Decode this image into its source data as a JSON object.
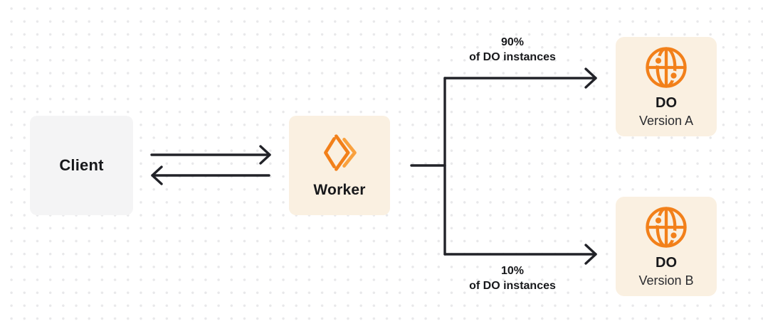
{
  "colors": {
    "background": "#FFFFFF",
    "dot_grid": "#E8E8EA",
    "node_cream": "#FAF0E1",
    "node_gray": "#F4F4F5",
    "line_dark": "#212228",
    "text_dark": "#17181B",
    "text_muted": "#2A2B2F",
    "accent_orange": "#F2801A",
    "accent_orange_light": "#F9A13E"
  },
  "nodes": {
    "client": {
      "label": "Client"
    },
    "worker": {
      "label": "Worker",
      "icon": "cloudflare-workers-logo"
    },
    "do_version_a": {
      "label": "DO",
      "sublabel": "Version A",
      "icon": "durable-object-globe"
    },
    "do_version_b": {
      "label": "DO",
      "sublabel": "Version B",
      "icon": "durable-object-globe"
    }
  },
  "split_labels": {
    "top": {
      "percent": "90%",
      "caption": "of DO instances"
    },
    "bottom": {
      "percent": "10%",
      "caption": "of DO instances"
    }
  }
}
